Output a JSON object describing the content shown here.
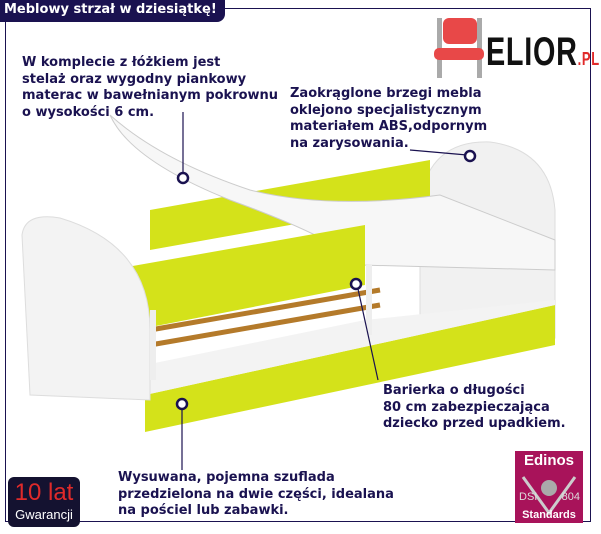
{
  "banner": "Meblowy strzał w dziesiątkę!",
  "logo": {
    "name": "ELIOR",
    "suffix": ".PL"
  },
  "callouts": {
    "mattress": "W komplecie z łóżkiem jest\nstelaż oraz wygodny piankowy\nmaterac w bawełnianym pokrownu\no wysokości 6 cm.",
    "edges": "Zaokrąglone brzegi mebla\noklejono specjalistycznym\nmateriałem ABS,odpornym\nna zarysowania.",
    "barrier": "Barierka o długości\n80 cm zabezpieczająca\ndziecko przed upadkiem.",
    "drawer": "Wysuwana, pojemna szuflada\nprzedzielona na dwie części, idealana\nna pościel lub zabawki."
  },
  "warranty": {
    "years": "10 lat",
    "label": "Gwarancji"
  },
  "certificate": {
    "brand": "Edinos",
    "left": "DSI",
    "right": "804",
    "label": "Standards"
  },
  "colors": {
    "accent": "#d4e21a",
    "navy": "#1a1250"
  }
}
